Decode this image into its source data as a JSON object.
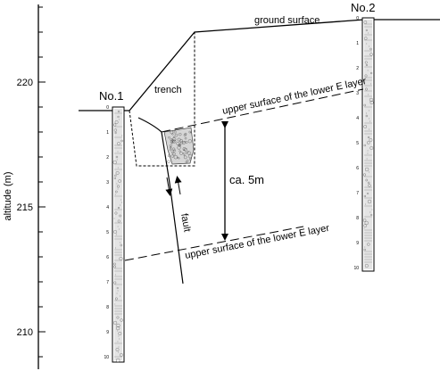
{
  "diagram": {
    "y_axis": {
      "label": "altitude (m)",
      "ticks": [
        {
          "value": 220,
          "label": "220"
        },
        {
          "value": 215,
          "label": "215"
        },
        {
          "value": 210,
          "label": "210"
        }
      ]
    },
    "boreholes": [
      {
        "name": "No.1",
        "depth_labels": [
          "0",
          "1",
          "2",
          "3",
          "4",
          "5",
          "6",
          "7",
          "8",
          "9",
          "10"
        ]
      },
      {
        "name": "No.2",
        "depth_labels": [
          "0",
          "1",
          "2",
          "3",
          "4",
          "5",
          "6",
          "7",
          "8",
          "9",
          "10"
        ]
      }
    ],
    "labels": {
      "ground_surface": "ground surface",
      "trench": "trench",
      "upper_layer": "upper surface of the lower E layer",
      "lower_layer": "upper surface of the lower E layer",
      "offset": "ca. 5m",
      "fault": "fault"
    },
    "colors": {
      "line": "#000000",
      "background": "#ffffff"
    }
  }
}
